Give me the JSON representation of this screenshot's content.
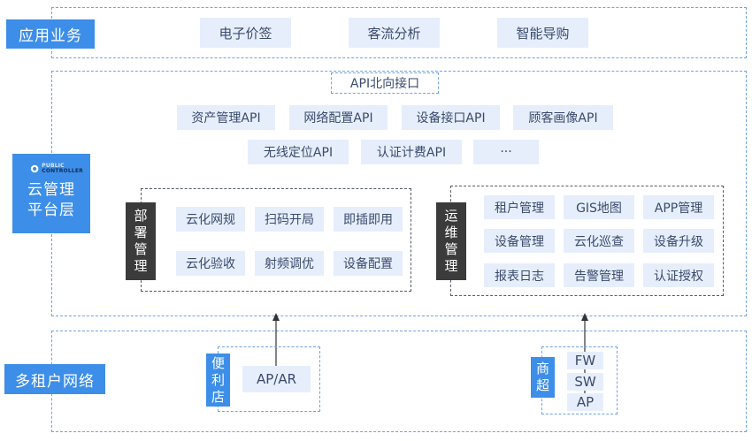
{
  "app_layer": {
    "tag": "应用业务",
    "items": [
      "电子价签",
      "客流分析",
      "智能导购"
    ]
  },
  "platform_layer": {
    "tag_lines": [
      "云管理",
      "平台层"
    ],
    "logo_lines": [
      "PUBLIC",
      "CONTROLLER"
    ],
    "api_title": "API北向接口",
    "api_row1": [
      "资产管理API",
      "网络配置API",
      "设备接口API",
      "顾客画像API"
    ],
    "api_row2": [
      "无线定位API",
      "认证计费API",
      "···"
    ],
    "deploy": {
      "tag_chars": [
        "部",
        "署",
        "管",
        "理"
      ],
      "items": [
        "云化网规",
        "扫码开局",
        "即插即用",
        "云化验收",
        "射频调优",
        "设备配置"
      ]
    },
    "ops": {
      "tag_chars": [
        "运",
        "维",
        "管",
        "理"
      ],
      "items": [
        "租户管理",
        "GIS地图",
        "APP管理",
        "设备管理",
        "云化巡查",
        "设备升级",
        "报表日志",
        "告警管理",
        "认证授权"
      ]
    }
  },
  "tenant_layer": {
    "tag": "多租户网络",
    "store": {
      "tag_chars": [
        "便",
        "利",
        "店"
      ],
      "device": "AP/AR"
    },
    "market": {
      "tag_chars": [
        "商",
        "超"
      ],
      "devices": [
        "FW",
        "SW",
        "AP"
      ]
    }
  }
}
